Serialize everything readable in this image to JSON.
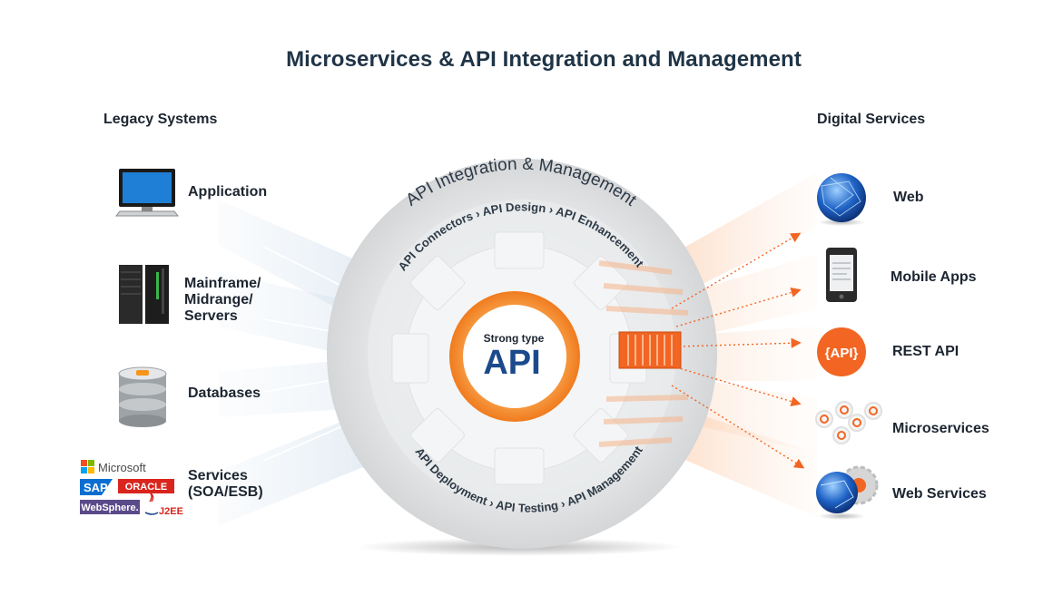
{
  "title": "Microservices & API Integration and Management",
  "legacy": {
    "heading": "Legacy Systems",
    "items": [
      {
        "label": "Application",
        "icon": "monitor-icon"
      },
      {
        "label": "Mainframe/\nMidrange/\nServers",
        "icon": "server-rack-icon"
      },
      {
        "label": "Databases",
        "icon": "database-icon"
      },
      {
        "label": "Services\n(SOA/ESB)",
        "icon": "vendor-logos"
      }
    ],
    "logos": {
      "microsoft": "Microsoft",
      "sap": "SAP",
      "oracle": "ORACLE",
      "websphere": "WebSphere.",
      "j2ee": "J2EE"
    }
  },
  "digital": {
    "heading": "Digital Services",
    "items": [
      {
        "label": "Web",
        "icon": "globe-icon"
      },
      {
        "label": "Mobile Apps",
        "icon": "mobile-device-icon"
      },
      {
        "label": "REST API",
        "icon": "rest-api-icon",
        "badge": "{API}"
      },
      {
        "label": "Microservices",
        "icon": "gears-icon"
      },
      {
        "label": "Web Services",
        "icon": "globe-gear-icon"
      }
    ]
  },
  "hub": {
    "outer_ring": "API Integration & Management",
    "top_ring": "API Connectors › API Design › API Enhancement",
    "bottom_ring": "API Deployment › API Testing › API Management",
    "center_caption": "Strong type",
    "center_title": "API"
  },
  "colors": {
    "title": "#1f3446",
    "accent_orange": "#f26522",
    "api_blue": "#1b4a8c",
    "gear_grey": "#e2e4e6",
    "ring_grey": "#d8dadc"
  }
}
